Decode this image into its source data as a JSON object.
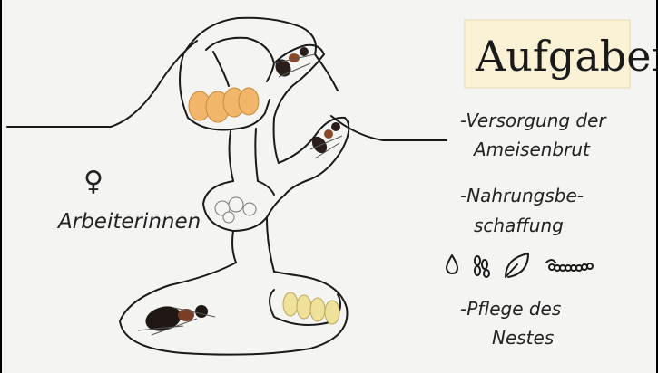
{
  "title_note": "Aufgaben",
  "female_symbol": "♀",
  "role_label": "Arbeiterinnen",
  "tasks": [
    {
      "line1": "-Versorgung der",
      "line2": "Ameisenbrut"
    },
    {
      "line1": "-Nahrungsbe-",
      "line2": "schaffung"
    },
    {
      "line1": "-Pflege des",
      "line2": "Nestes"
    }
  ],
  "food_icons": [
    "drop-icon",
    "seeds-icon",
    "leaf-icon",
    "caterpillar-icon"
  ],
  "colors": {
    "background": "#f4f4f2",
    "sticky_note": "#fbf2d6",
    "pupa": "#f1b66a",
    "egg": "#efe09a",
    "ant": "#2a1e1a"
  }
}
